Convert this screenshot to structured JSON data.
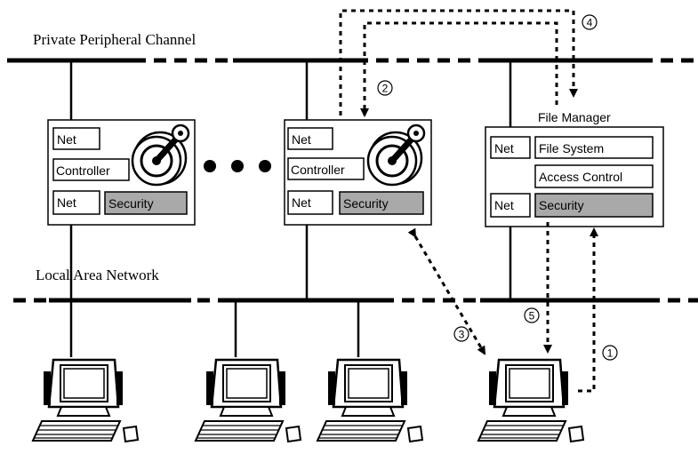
{
  "labels": {
    "private_channel": "Private Peripheral Channel",
    "local_network": "Local Area Network",
    "file_manager": "File Manager"
  },
  "drive1": {
    "net_top": "Net",
    "controller": "Controller",
    "net_bottom": "Net",
    "security": "Security"
  },
  "drive2": {
    "net_top": "Net",
    "controller": "Controller",
    "net_bottom": "Net",
    "security": "Security"
  },
  "file_manager_box": {
    "net_top": "Net",
    "file_system": "File System",
    "access_control": "Access Control",
    "net_bottom": "Net",
    "security": "Security"
  },
  "steps": [
    "1",
    "2",
    "3",
    "4",
    "5"
  ],
  "colors": {
    "security_fill": "#a9a9a9",
    "line": "#000000",
    "background": "#ffffff"
  },
  "icons": [
    "disk-drive-icon",
    "ellipsis-dots",
    "desktop-computer-icon"
  ]
}
